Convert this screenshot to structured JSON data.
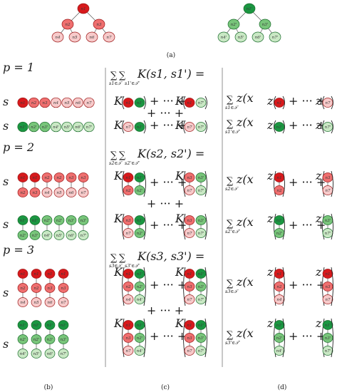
{
  "colors": {
    "red_root": "#d7191c",
    "red_mid": "#ef6f6f",
    "red_leaf": "#f7caca",
    "red_stroke": "#9e1a1a",
    "green_root": "#1a9641",
    "green_mid": "#78c57a",
    "green_leaf": "#c9e8c4",
    "green_stroke": "#1c6e2e",
    "separator": "#777777"
  },
  "trees": {
    "red": {
      "root": "n1",
      "mid": [
        "n2",
        "n3"
      ],
      "leaves": [
        "n4",
        "n5",
        "n6",
        "n7"
      ]
    },
    "green": {
      "root": "n1'",
      "mid": [
        "n2'",
        "n3'"
      ],
      "leaves": [
        "n4'",
        "n5'",
        "n6'",
        "n7'"
      ]
    }
  },
  "panel_labels": {
    "a": "(a)",
    "b": "(b)",
    "c": "(c)",
    "d": "(d)"
  },
  "sections": [
    {
      "p_label": "p = 1",
      "s_label": "s",
      "s_sub": "1"
    },
    {
      "p_label": "p = 2",
      "s_label": "s",
      "s_sub": "2"
    },
    {
      "p_label": "p = 3",
      "s_label": "s",
      "s_sub": "3"
    }
  ],
  "formula": {
    "sum_sign": "∑",
    "set_T": "∈𝒯",
    "set_Tp": "∈𝒯'",
    "kernel": "K",
    "z": "z",
    "dots": "+ ··· +",
    "equals": "="
  }
}
